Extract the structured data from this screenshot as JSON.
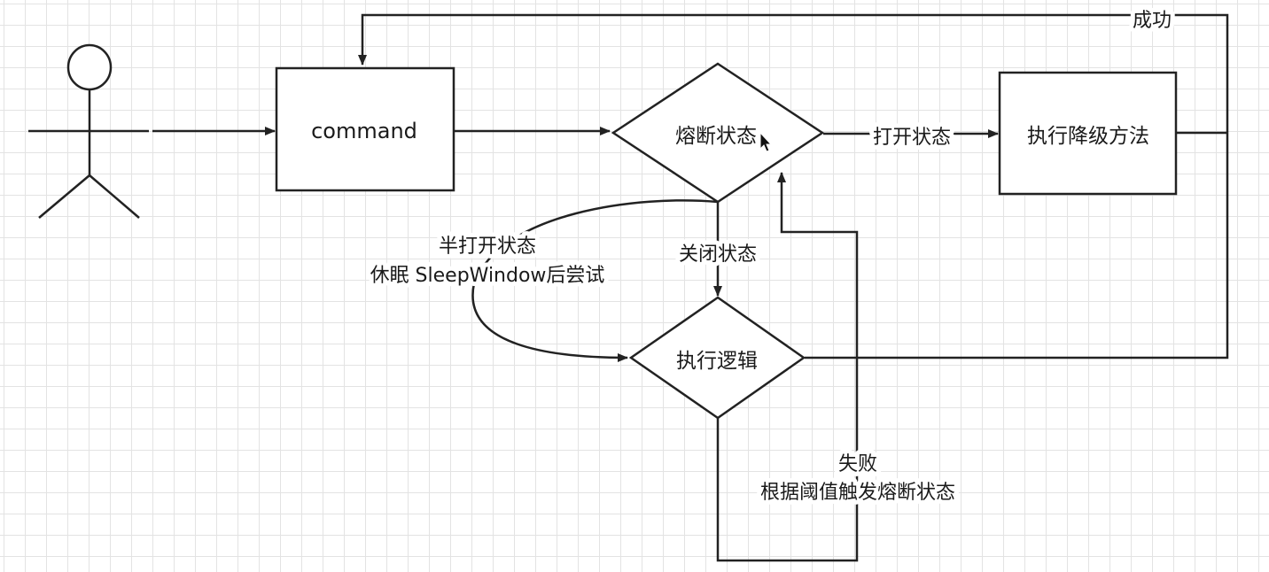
{
  "nodes": {
    "command": "command",
    "breaker_state": "熔断状态",
    "execute_logic": "执行逻辑",
    "fallback": "执行降级方法"
  },
  "edges": {
    "open_state": "打开状态",
    "closed_state": "关闭状态",
    "half_open_line1": "半打开状态",
    "half_open_line2": "休眠 SleepWindow后尝试",
    "failure_line1": "失败",
    "failure_line2": "根据阈值触发熔断状态",
    "success": "成功"
  }
}
